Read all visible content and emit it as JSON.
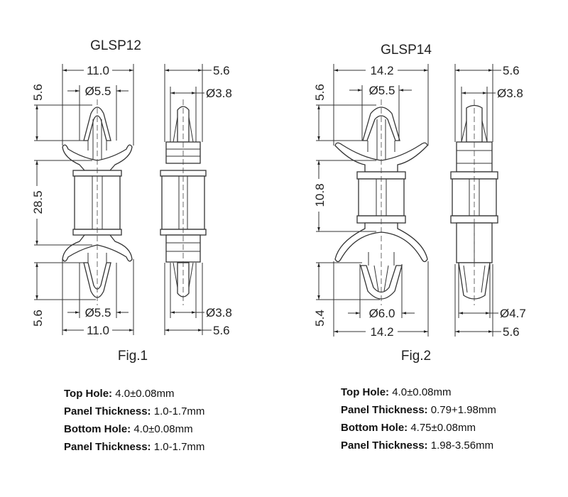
{
  "fig1": {
    "title": "GLSP12",
    "caption": "Fig.1",
    "dims": {
      "top_width": "11.0",
      "top_hole": "Ø5.5",
      "side_width_top": "5.6",
      "side_pin_top": "Ø3.8",
      "top_height": "5.6",
      "body_height": "28.5",
      "bottom_height": "5.6",
      "bottom_hole": "Ø5.5",
      "bottom_width": "11.0",
      "side_pin_bottom": "Ø3.8",
      "side_width_bottom": "5.6"
    },
    "specs": [
      {
        "label": "Top Hole:",
        "value": "4.0±0.08mm"
      },
      {
        "label": "Panel Thickness:",
        "value": "1.0-1.7mm"
      },
      {
        "label": "Bottom Hole:",
        "value": "4.0±0.08mm"
      },
      {
        "label": "Panel Thickness:",
        "value": "1.0-1.7mm"
      }
    ]
  },
  "fig2": {
    "title": "GLSP14",
    "caption": "Fig.2",
    "dims": {
      "top_width": "14.2",
      "top_hole": "Ø5.5",
      "side_width_top": "5.6",
      "side_pin_top": "Ø3.8",
      "top_height": "5.6",
      "body_height": "10.8",
      "bottom_height": "5.4",
      "bottom_hole": "Ø6.0",
      "bottom_width": "14.2",
      "side_pin_bottom": "Ø4.7",
      "side_width_bottom": "5.6"
    },
    "specs": [
      {
        "label": "Top Hole:",
        "value": "4.0±0.08mm"
      },
      {
        "label": "Panel Thickness:",
        "value": "0.79+1.98mm"
      },
      {
        "label": "Bottom Hole:",
        "value": "4.75±0.08mm"
      },
      {
        "label": "Panel Thickness:",
        "value": "1.98-3.56mm"
      }
    ]
  }
}
